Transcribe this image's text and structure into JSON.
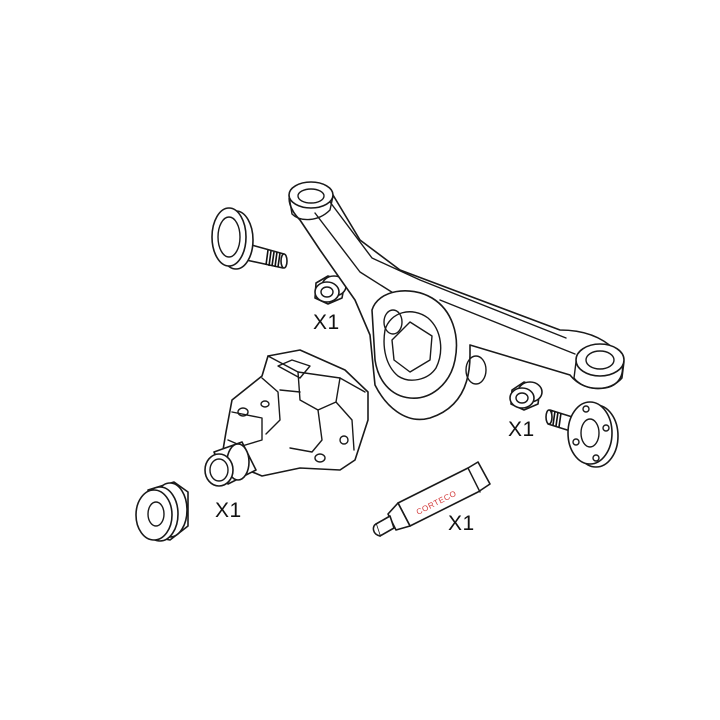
{
  "quantities": {
    "bushing_small_top": "X1",
    "bushing_small_right": "X1",
    "flange_bushing": "X1",
    "sealant_tube": "X1"
  },
  "tube_brand": "CORTECO",
  "colors": {
    "line": "#1a1a1a",
    "brand": "#d23a3a",
    "background": "#ffffff"
  }
}
